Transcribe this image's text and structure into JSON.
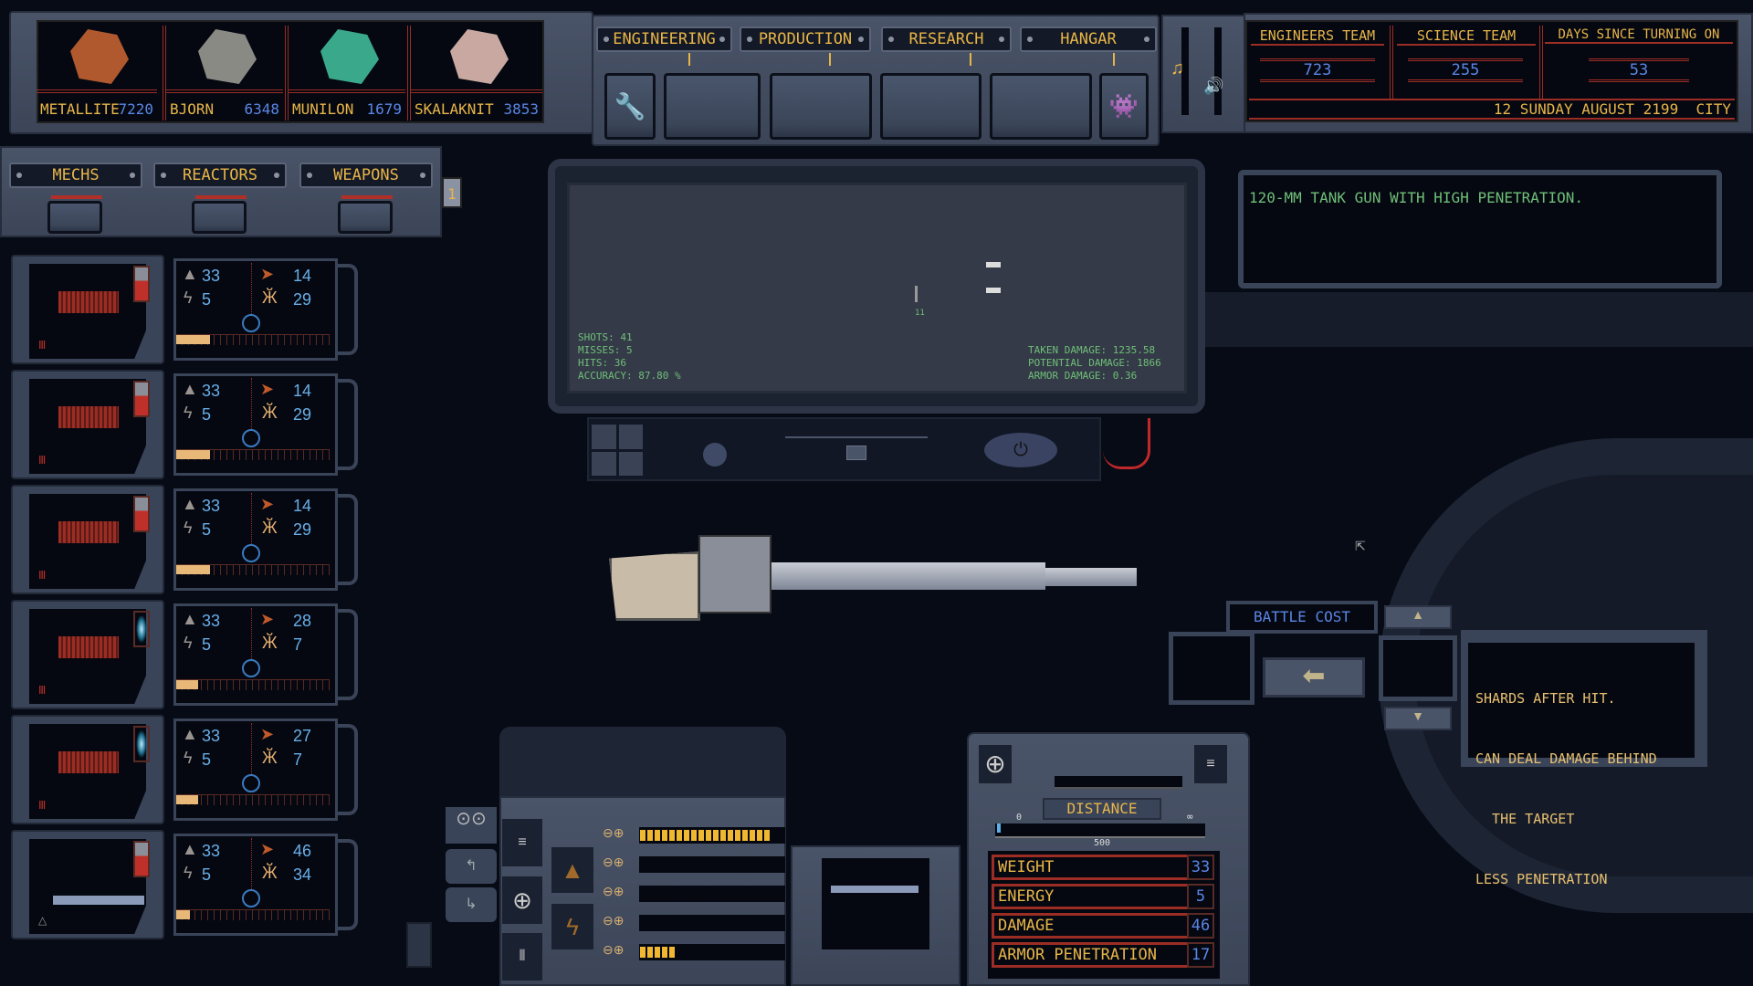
{
  "resources": [
    {
      "name": "METALLITE",
      "value": "7220",
      "color": "#b0582e"
    },
    {
      "name": "BJORN",
      "value": "6348",
      "color": "#8a8a84"
    },
    {
      "name": "MUNILON",
      "value": "1679",
      "color": "#3aa88a"
    },
    {
      "name": "SKALAKNIT",
      "value": "3853",
      "color": "#c8a8a0"
    }
  ],
  "nav_tabs": [
    "ENGINEERING",
    "PRODUCTION",
    "RESEARCH",
    "HANGAR"
  ],
  "nav_icons": [
    "wrench-icon",
    "bug-icon"
  ],
  "audio": {
    "music_icon": "♫",
    "sound_icon": "🔊"
  },
  "teams": {
    "engineers": {
      "label": "ENGINEERS TEAM",
      "value": "723"
    },
    "science": {
      "label": "SCIENCE TEAM",
      "value": "255"
    },
    "days": {
      "label": "DAYS SINCE TURNING ON",
      "value": "53"
    },
    "date": "12 SUNDAY AUGUST 2199  CITY"
  },
  "category_tabs": [
    "MECHS",
    "REACTORS",
    "WEAPONS"
  ],
  "category_page": "1",
  "weapons": [
    {
      "weight": "33",
      "energy": "5",
      "damage": "14",
      "penetration": "29",
      "ammo": "missile",
      "bar": 0.22
    },
    {
      "weight": "33",
      "energy": "5",
      "damage": "14",
      "penetration": "29",
      "ammo": "missile",
      "bar": 0.22
    },
    {
      "weight": "33",
      "energy": "5",
      "damage": "14",
      "penetration": "29",
      "ammo": "missile",
      "bar": 0.22
    },
    {
      "weight": "33",
      "energy": "5",
      "damage": "28",
      "penetration": "7",
      "ammo": "shock",
      "bar": 0.14
    },
    {
      "weight": "33",
      "energy": "5",
      "damage": "27",
      "penetration": "7",
      "ammo": "shock",
      "bar": 0.14
    },
    {
      "weight": "33",
      "energy": "5",
      "damage": "46",
      "penetration": "34",
      "ammo": "missile",
      "bar": 0.09
    }
  ],
  "monitor": {
    "left": [
      "SHOTS: 41",
      "MISSES: 5",
      "HITS: 36",
      "ACCURACY: 87.80 %"
    ],
    "right": [
      "TAKEN DAMAGE: 1235.58",
      "POTENTIAL DAMAGE: 1866",
      "ARMOR DAMAGE: 0.36"
    ],
    "marker": "11"
  },
  "description": "120-MM TANK GUN WITH HIGH PENETRATION.",
  "battle_cost": {
    "label": "BATTLE COST"
  },
  "tooltip": [
    "SHARDS AFTER HIT.",
    "CAN DEAL DAMAGE BEHIND",
    "  THE TARGET",
    "LESS PENETRATION"
  ],
  "distance": {
    "label": "DISTANCE",
    "min": "0",
    "max": "∞",
    "value": "500"
  },
  "stats": [
    {
      "label": "WEIGHT",
      "value": "33"
    },
    {
      "label": "ENERGY",
      "value": "5"
    },
    {
      "label": "DAMAGE",
      "value": "46"
    },
    {
      "label": "ARMOR PENETRATION",
      "value": "17"
    }
  ],
  "ammo_bars": [
    0.96,
    0,
    0,
    0,
    0.25
  ]
}
